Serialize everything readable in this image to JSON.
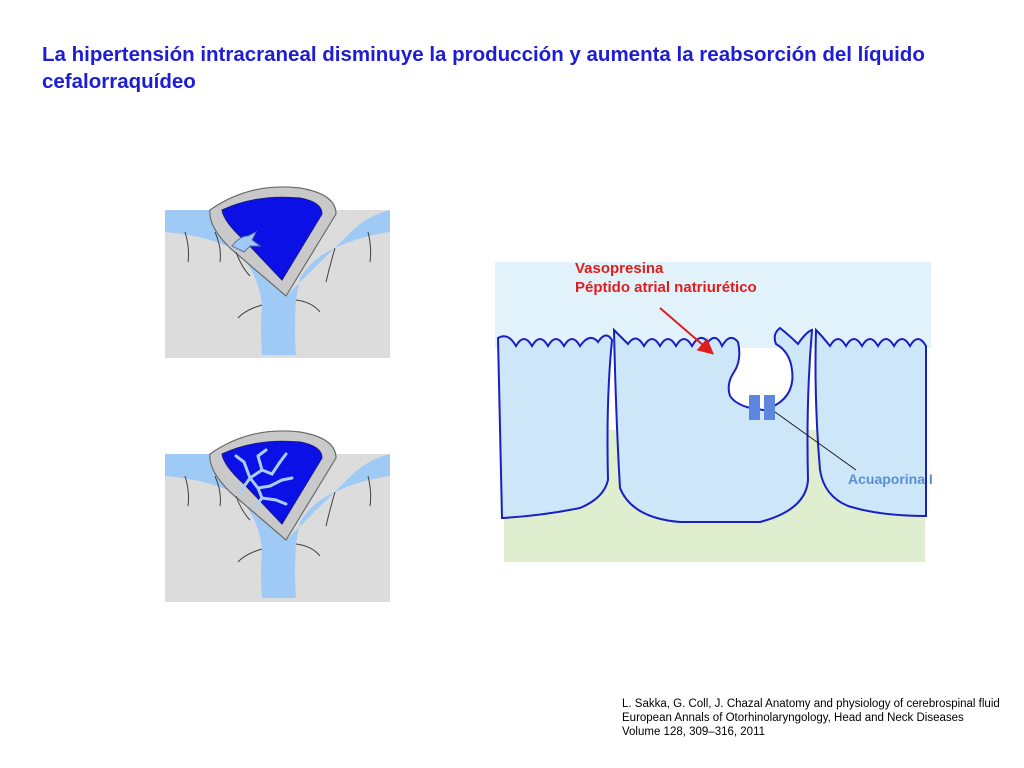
{
  "title": "La hipertensión intracraneal disminuye la producción y aumenta la reabsorción del líquido cefalorraquídeo",
  "labels": {
    "hormones": [
      "Vasopresina",
      "Péptido atrial natriurético"
    ],
    "aquaporin": "Acuaporina I"
  },
  "reference": [
    "L. Sakka, G. Coll, J. Chazal Anatomy and physiology of cerebrospinal fluid",
    "European Annals of Otorhinolaryngology, Head and Neck Diseases",
    "Volume 128, 309–316, 2011"
  ],
  "colors": {
    "title": "#1d1dd6",
    "sinus_blood": "#0a10e6",
    "csf": "#9fcaf6",
    "brain": "#dcdcdc",
    "membrane": "#c9c9c9",
    "epithelium": "#cde6f8",
    "stroma": "#dfeecf",
    "apical_lumen": "#e2f2fb",
    "outline": "#1a20c0",
    "hormone_text": "#e01d1d",
    "arrow": "#e01d1d",
    "aquaporin_text": "#5a8fd6",
    "aquaporin_channel": "#5d86e0"
  }
}
